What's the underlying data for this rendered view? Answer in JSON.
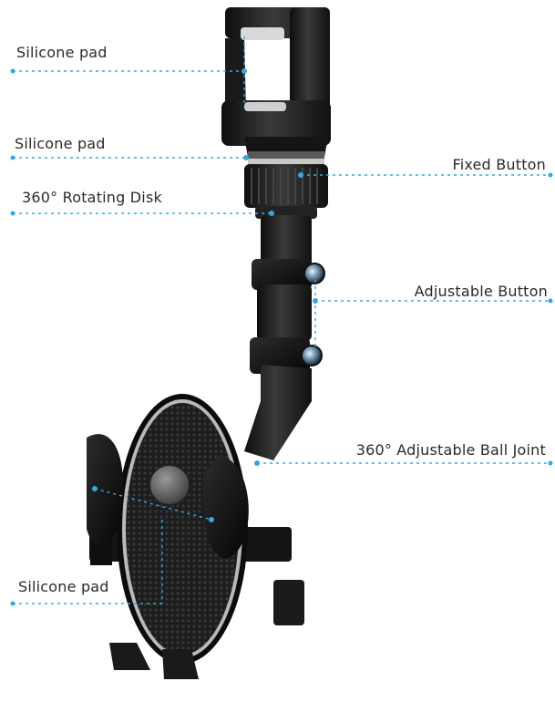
{
  "accent_color": "#3aa6e0",
  "labels": {
    "silicone_pad_top": "Silicone pad",
    "silicone_pad_middle": "Silicone pad",
    "rotating_disk": "360° Rotating Disk",
    "fixed_button": "Fixed Button",
    "adjustable_button": "Adjustable Button",
    "ball_joint": "360° Adjustable Ball Joint",
    "silicone_pad_bottom": "Silicone pad"
  }
}
